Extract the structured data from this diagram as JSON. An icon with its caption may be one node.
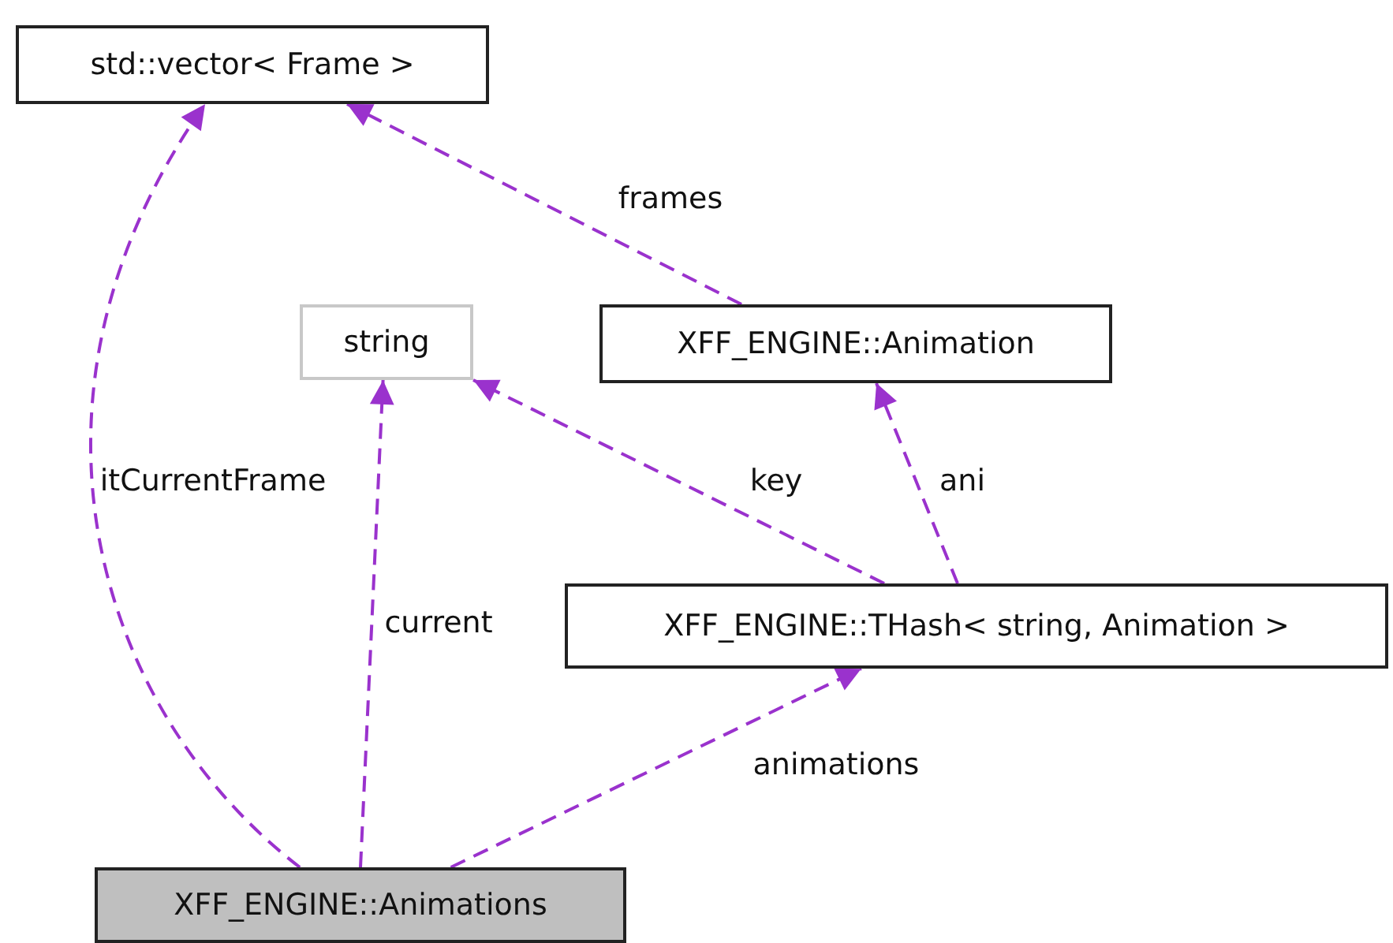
{
  "diagram": {
    "nodes": [
      {
        "text": [
          "std::vector< Frame >"
        ]
      },
      {
        "text": [
          "string"
        ]
      },
      {
        "text": [
          "XFF_ENGINE::Animation"
        ]
      },
      {
        "text": [
          "XFF_ENGINE::THash< string, Animation >"
        ]
      },
      {
        "text": [
          "XFF_ENGINE::Animations"
        ]
      }
    ],
    "edges": [
      {
        "from": 4,
        "to": 0,
        "arrow": "to",
        "label": "itCurrentFrame",
        "style": "dashed"
      },
      {
        "from": 2,
        "to": 0,
        "arrow": "to",
        "label": "frames",
        "style": "dashed"
      },
      {
        "from": 4,
        "to": 1,
        "arrow": "to",
        "label": "current",
        "style": "dashed"
      },
      {
        "from": 3,
        "to": 1,
        "arrow": "to",
        "label": "key",
        "style": "dashed"
      },
      {
        "from": 3,
        "to": 2,
        "arrow": "to",
        "label": "ani",
        "style": "dashed"
      },
      {
        "from": 4,
        "to": 3,
        "arrow": "to",
        "label": "animations",
        "style": "dashed"
      }
    ]
  }
}
